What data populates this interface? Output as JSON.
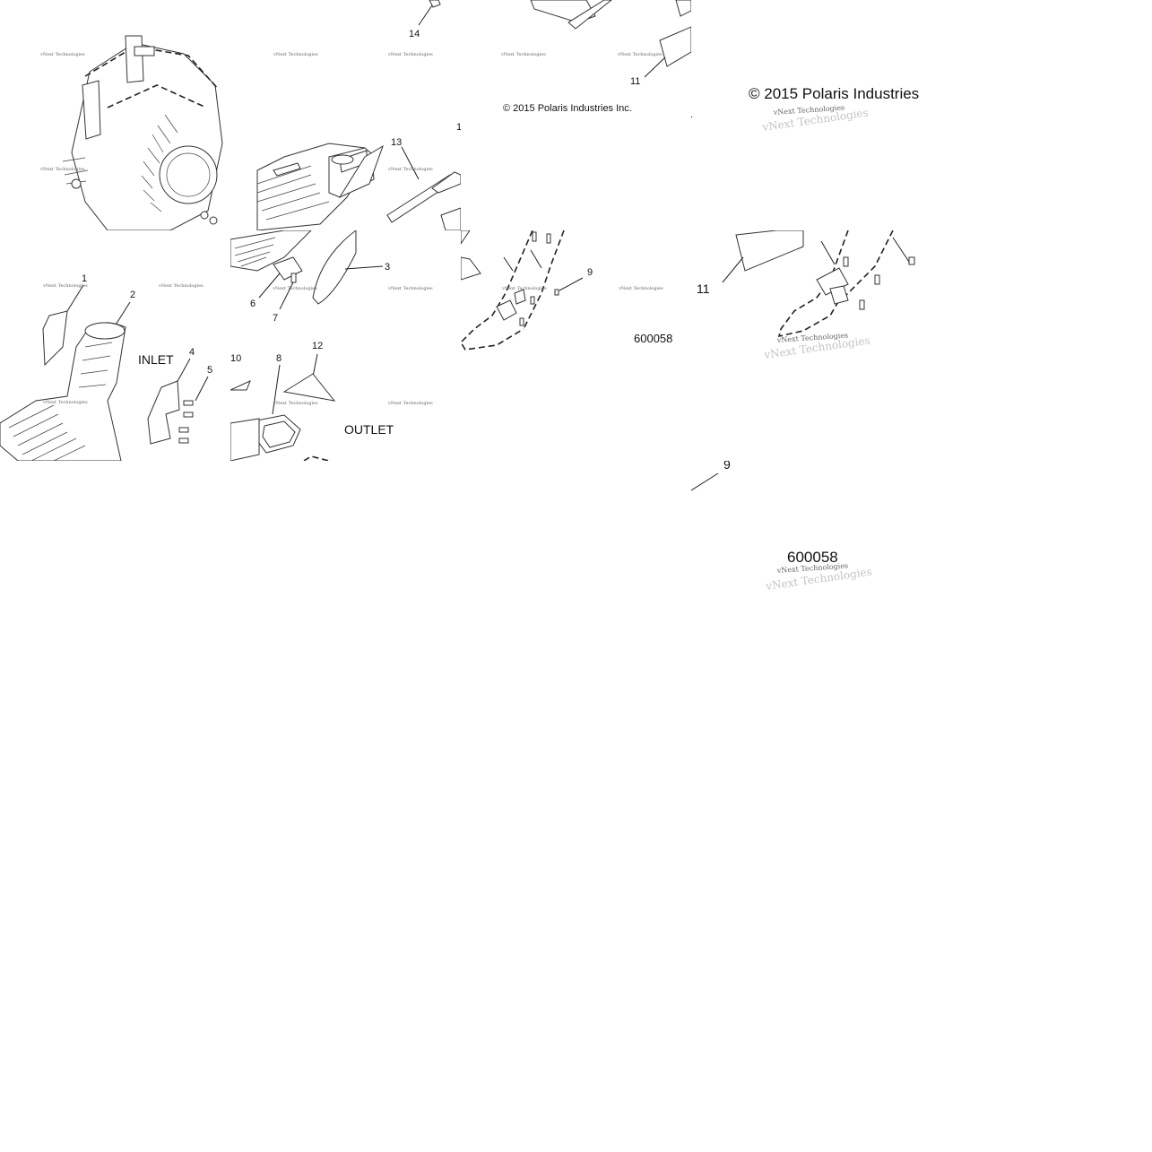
{
  "diagram": {
    "callouts": {
      "c1": "1",
      "c2": "2",
      "c3": "3",
      "c4": "4",
      "c5": "5",
      "c6": "6",
      "c7": "7",
      "c8": "8",
      "c9": "9",
      "c10": "10",
      "c11": "11",
      "c12": "12",
      "c13": "13",
      "c14": "14"
    },
    "labels": {
      "inlet": "INLET",
      "outlet": "OUTLET"
    },
    "copyright": "© 2015 Polaris Industries Inc.",
    "diagram_number": "600058",
    "watermark": "vNext Technologies"
  }
}
